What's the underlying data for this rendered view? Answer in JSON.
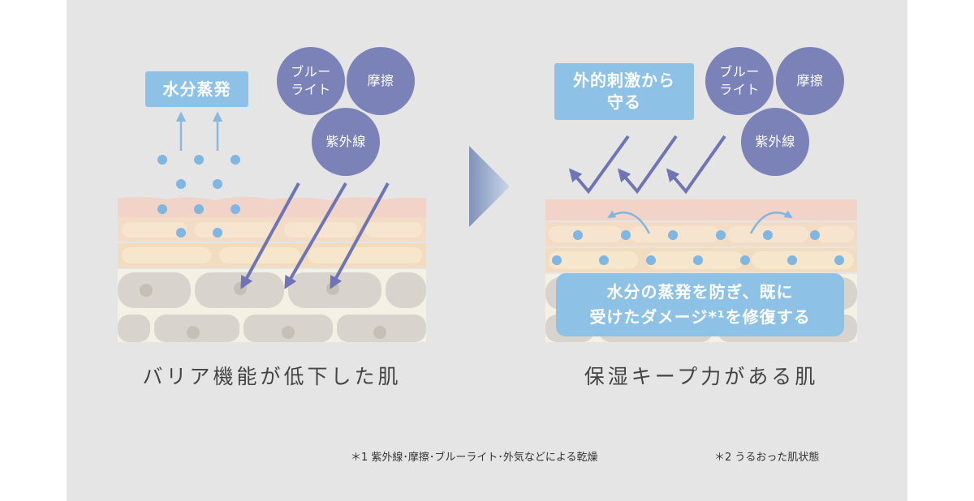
{
  "left_panel": {
    "evaporation_label": "水分蒸発",
    "bubbles": [
      "ブルー\nライト",
      "摩擦",
      "紫外線"
    ],
    "caption": "バリア機能が低下した肌"
  },
  "right_panel": {
    "protect_label": "外的刺激から\n守る",
    "bubbles": [
      "ブルー\nライト",
      "摩擦",
      "紫外線"
    ],
    "message": "水分の蒸発を防ぎ、既に\n受けたダメージ*¹を修復する",
    "caption": "保湿キープ力がある肌"
  },
  "footnotes": {
    "note1": "＊1 紫外線･摩擦･ブルーライト･外気などによる乾燥",
    "note2": "＊2 うるおった肌状態"
  },
  "colors": {
    "bubble": "#7a82b8",
    "label_box": "#8ec1e6",
    "dot": "#7fb6e2",
    "arrow": "#6f74b5",
    "background": "#e6e5e5"
  }
}
